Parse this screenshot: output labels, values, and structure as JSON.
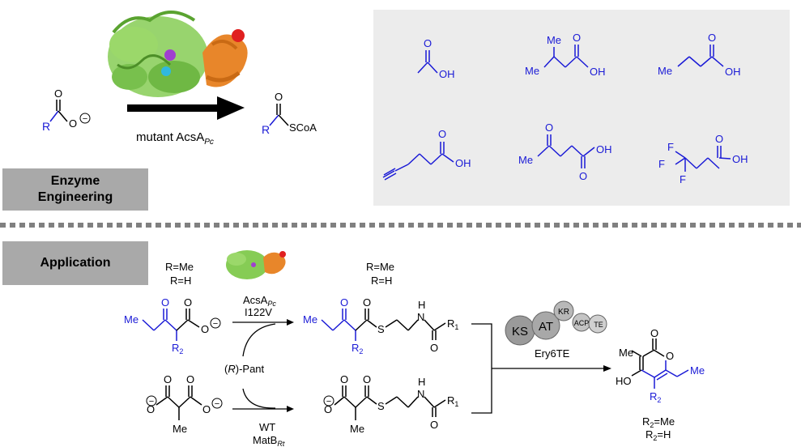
{
  "sections": {
    "enzyme_engineering_line1": "Enzyme",
    "enzyme_engineering_line2": "Engineering",
    "application": "Application"
  },
  "top": {
    "substrate_R": "R",
    "substrate_O": "O",
    "substrate_Ominus": "O",
    "charge": "−",
    "arrow_label_main": "mutant AcsA",
    "arrow_label_sub": "Pc",
    "product_R": "R",
    "product_O": "O",
    "product_SCoA": "SCoA"
  },
  "acids": [
    {
      "labels": [
        "O",
        "OH"
      ]
    },
    {
      "labels": [
        "Me",
        "Me",
        "O",
        "OH"
      ]
    },
    {
      "labels": [
        "Me",
        "O",
        "OH"
      ]
    },
    {
      "labels": [
        "O",
        "OH"
      ]
    },
    {
      "labels": [
        "O",
        "Me",
        "OH",
        "O"
      ]
    },
    {
      "labels": [
        "F",
        "F",
        "F",
        "O",
        "OH"
      ]
    }
  ],
  "application": {
    "r_top1": "R=Me",
    "r_top2": "R=H",
    "enzyme1_main": "AcsA",
    "enzyme1_sub": "Pc",
    "enzyme1_mut": "I122V",
    "pant_open": "(",
    "pant_R": "R",
    "pant_close": ")-Pant",
    "wt": "WT",
    "enzyme2_main": "MatB",
    "enzyme2_sub": "Rt",
    "mid_r1": "R=Me",
    "mid_r2": "R=H",
    "label_Me": "Me",
    "label_O": "O",
    "label_S": "S",
    "label_N": "N",
    "label_H": "H",
    "label_R": "R",
    "label_1": "1",
    "label_2": "2",
    "label_HO": "HO",
    "module": {
      "ks": "KS",
      "at": "AT",
      "kr": "KR",
      "acp": "ACP",
      "te": "TE"
    },
    "ery_label": "Ery6TE",
    "final_r2_me": "=Me",
    "final_r2_h": "=H"
  },
  "colors": {
    "blue": "#1a1ad6",
    "green": "#7ec84a",
    "orange": "#e8862a",
    "panel": "#ececec",
    "title_box": "#a9a9a9"
  }
}
